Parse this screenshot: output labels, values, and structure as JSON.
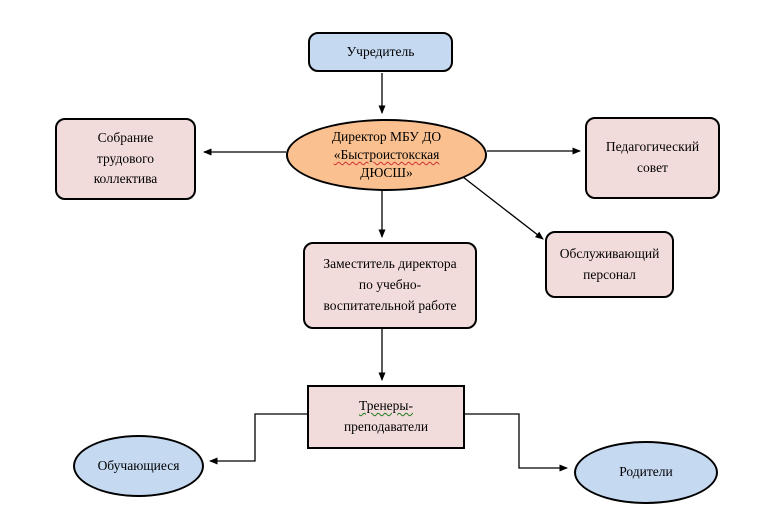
{
  "colors": {
    "blue": "#C5D9F1",
    "pink": "#F2DCDB",
    "peach": "#FAC090",
    "border": "#000000",
    "arrow": "#000000",
    "spell_red": "#D03030",
    "grammar_green": "#1E7A1E"
  },
  "nodes": {
    "founder": {
      "label": "Учредитель"
    },
    "director": {
      "lines": [
        "Директор МБУ ДО",
        "«Быстроистокская",
        "ДЮСШ»"
      ]
    },
    "collective_meeting": {
      "lines": [
        "Собрание",
        "трудового",
        "коллектива"
      ]
    },
    "pedagogical_council": {
      "lines": [
        "Педагогический",
        "совет"
      ]
    },
    "service_staff": {
      "lines": [
        "Обслуживающий",
        "персонал"
      ]
    },
    "deputy_director": {
      "lines": [
        "Заместитель директора",
        "по учебно-",
        "воспитательной работе"
      ]
    },
    "trainers": {
      "lines": [
        "Тренеры-",
        "преподаватели"
      ]
    },
    "students": {
      "label": "Обучающиеся"
    },
    "parents": {
      "label": "Родители"
    }
  },
  "edges": [
    {
      "from": "founder",
      "to": "director"
    },
    {
      "from": "director",
      "to": "collective_meeting"
    },
    {
      "from": "director",
      "to": "pedagogical_council"
    },
    {
      "from": "director",
      "to": "deputy_director"
    },
    {
      "from": "director",
      "to": "service_staff"
    },
    {
      "from": "deputy_director",
      "to": "trainers"
    },
    {
      "from": "trainers",
      "to": "students"
    },
    {
      "from": "trainers",
      "to": "parents"
    }
  ]
}
